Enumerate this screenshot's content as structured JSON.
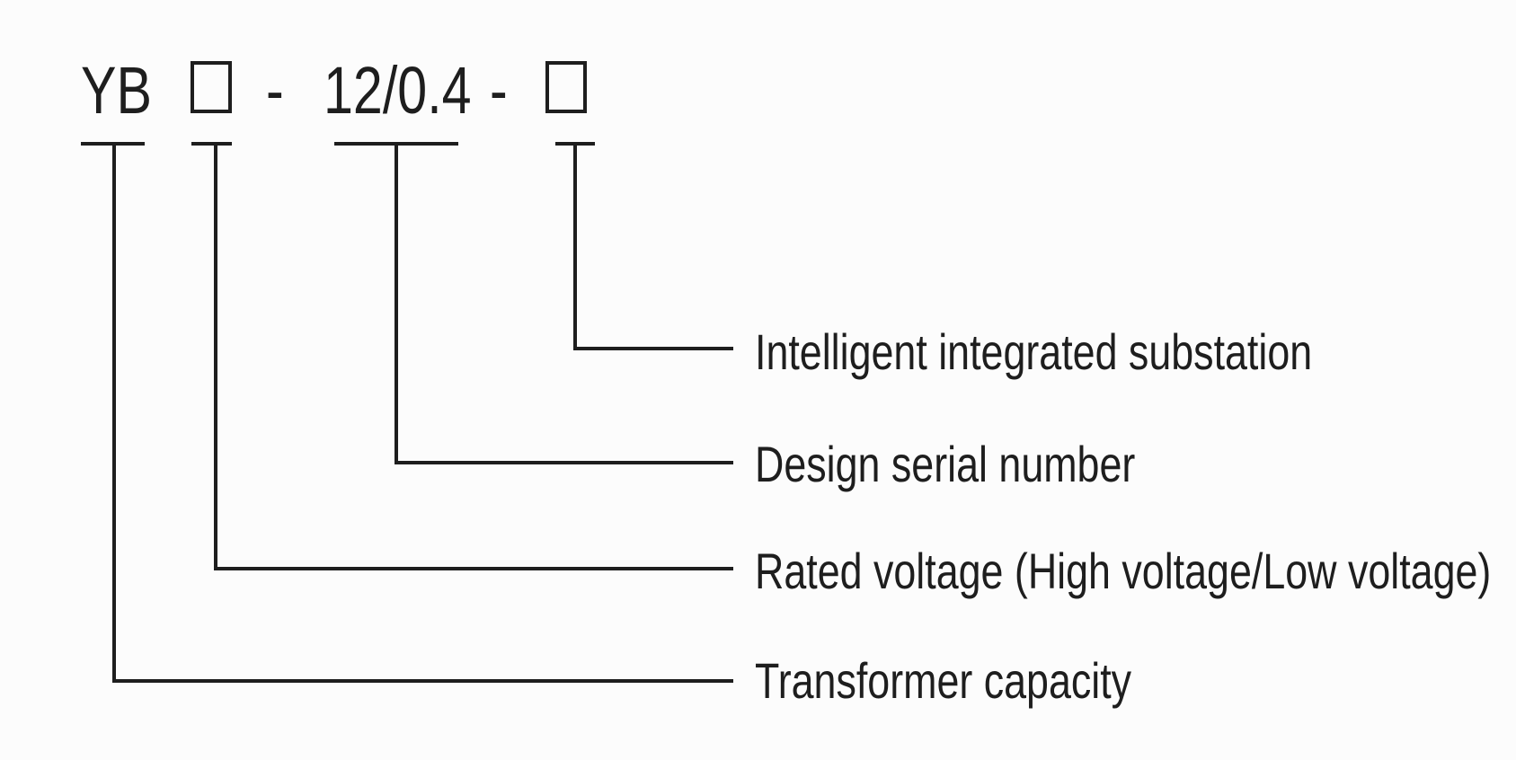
{
  "colors": {
    "background": "#fcfcfc",
    "ink": "#1e1e1e"
  },
  "model_code": {
    "prefix": "YB",
    "separator1": "-",
    "serial": "12/0.4",
    "separator2": "-"
  },
  "callouts": [
    {
      "label": "Intelligent integrated substation"
    },
    {
      "label": "Design serial number"
    },
    {
      "label": "Rated voltage (High voltage/Low voltage)"
    },
    {
      "label": "Transformer capacity"
    }
  ]
}
